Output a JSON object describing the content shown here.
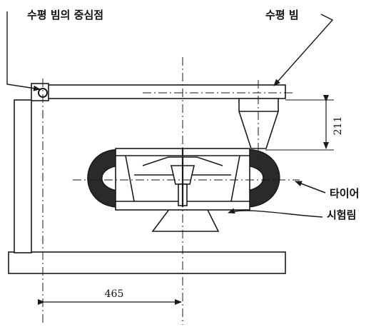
{
  "labels": {
    "beam_center": "수평 빔의 중심점",
    "beam": "수평 빔",
    "tire": "타이어",
    "test_rim": "시험림"
  },
  "dimensions": {
    "height": "211",
    "width": "465"
  },
  "colors": {
    "line": "#1a1a1a",
    "tire_fill": "#2a2a2a",
    "background": "#ffffff"
  }
}
